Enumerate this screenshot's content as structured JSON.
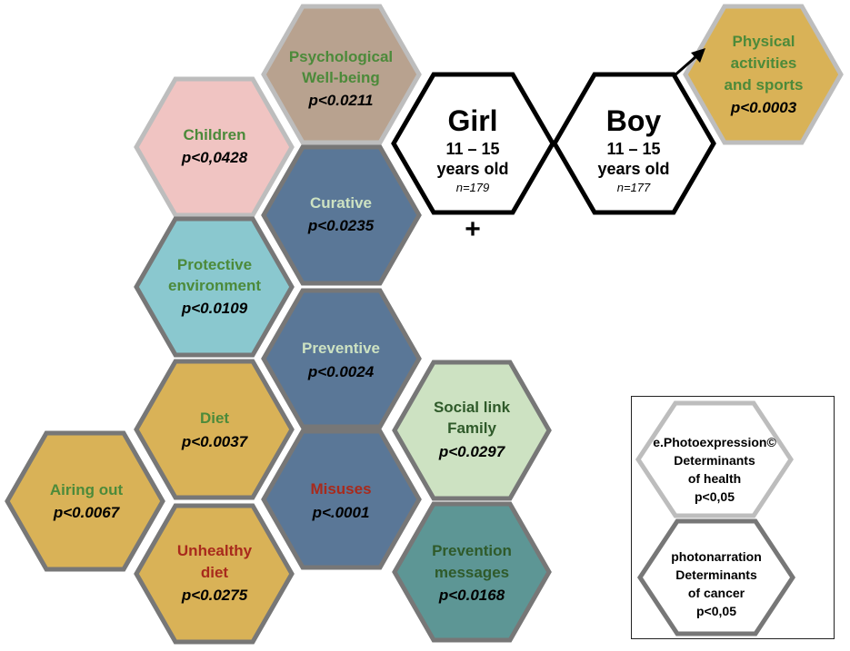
{
  "colors": {
    "beige": "#d9b257",
    "slate": "#5a7797",
    "teal": "#5d9695",
    "cyan": "#8ac8cf",
    "pink": "#f0c4c2",
    "taupe": "#b8a28f",
    "mint": "#cde2c2",
    "green_text": "#4c8a3a",
    "red_text": "#a82a1c",
    "light_border": "#bdbdbd",
    "dark_border": "#777777"
  },
  "nodes": {
    "psychological": {
      "line1": "Psychological",
      "line2": "Well-being",
      "p": "p<0.0211"
    },
    "children": {
      "line1": "Children",
      "p": "p<0,0428"
    },
    "curative": {
      "line1": "Curative",
      "p": "p<0.0235"
    },
    "protective": {
      "line1": "Protective",
      "line2": "environment",
      "p": "p<0.0109"
    },
    "preventive": {
      "line1": "Preventive",
      "p": "p<0.0024"
    },
    "diet": {
      "line1": "Diet",
      "p": "p<0.0037"
    },
    "social": {
      "line1": "Social link",
      "line2": "Family",
      "p": "p<0.0297"
    },
    "airing": {
      "line1": "Airing out",
      "p": "p<0.0067"
    },
    "misuses": {
      "line1": "Misuses",
      "p": "p<.0001"
    },
    "unhealthy": {
      "line1": "Unhealthy",
      "line2": "diet",
      "p": "p<0.0275"
    },
    "prevention_messages": {
      "line1": "Prevention",
      "line2": "messages",
      "p": "p<0.0168"
    },
    "physical": {
      "line1": "Physical",
      "line2": "activities",
      "line3": "and sports",
      "p": "p<0.0003"
    }
  },
  "girl": {
    "title": "Girl",
    "age": "11 – 15",
    "years": "years old",
    "n": "n=179",
    "sign": "+"
  },
  "boy": {
    "title": "Boy",
    "age": "11 – 15",
    "years": "years old",
    "n": "n=177"
  },
  "legend": {
    "light": {
      "line1": "e.Photoexpression©",
      "line2": "Determinants",
      "line3": "of health",
      "line4": "p<0,05"
    },
    "dark": {
      "line1": "photonarration",
      "line2": "Determinants",
      "line3": "of cancer",
      "line4": "p<0,05"
    }
  }
}
